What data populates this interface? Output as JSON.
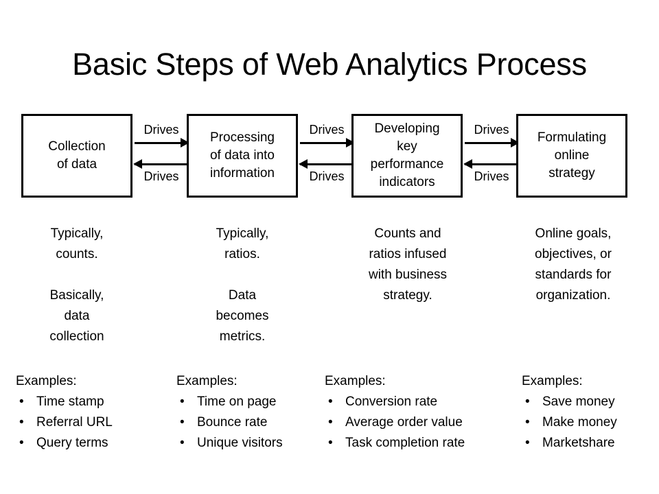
{
  "title": "Basic Steps of Web Analytics Process",
  "process": {
    "steps": [
      {
        "label": "Collection\nof data"
      },
      {
        "label": "Processing\nof data into\ninformation"
      },
      {
        "label": "Developing\nkey\nperformance\nindicators"
      },
      {
        "label": "Formulating\nonline\nstrategy"
      }
    ],
    "connectors": [
      {
        "forward_label": "Drives",
        "backward_label": "Drives"
      },
      {
        "forward_label": "Drives",
        "backward_label": "Drives"
      },
      {
        "forward_label": "Drives",
        "backward_label": "Drives"
      }
    ]
  },
  "descriptions": [
    {
      "paragraphs": [
        "Typically,\ncounts.",
        "Basically,\ndata\ncollection"
      ]
    },
    {
      "paragraphs": [
        "Typically,\nratios.",
        "Data\nbecomes\nmetrics."
      ]
    },
    {
      "paragraphs": [
        "Counts and\nratios infused\nwith business\nstrategy."
      ]
    },
    {
      "paragraphs": [
        "Online goals,\nobjectives, or\nstandards for\norganization."
      ]
    }
  ],
  "examples": [
    {
      "heading": "Examples:",
      "bullet": "•",
      "items": [
        "Time stamp",
        "Referral URL",
        "Query terms"
      ]
    },
    {
      "heading": "Examples:",
      "bullet": "•",
      "items": [
        "Time on page",
        "Bounce rate",
        "Unique visitors"
      ]
    },
    {
      "heading": "Examples:",
      "bullet": "•",
      "items": [
        "Conversion rate",
        "Average order value",
        "Task completion rate"
      ]
    },
    {
      "heading": "Examples:",
      "bullet": "•",
      "items": [
        "Save money",
        "Make money",
        "Marketshare"
      ]
    }
  ],
  "colors": {
    "background": "#ffffff",
    "ink": "#000000",
    "box_border": "#000000"
  }
}
